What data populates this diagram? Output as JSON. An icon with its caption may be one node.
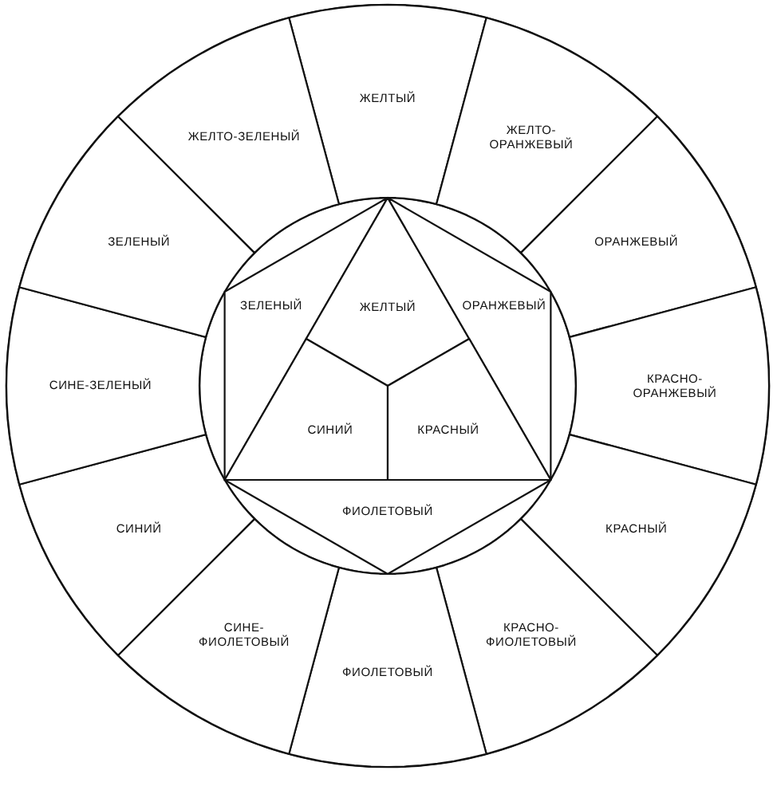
{
  "diagram": {
    "nodes": [
      {
        "text": [
          "ЖЕЛТЫЙ"
        ]
      },
      {
        "text": [
          "ЖЕЛТО-ОРАНЖЕВЫЙ"
        ]
      },
      {
        "text": [
          "ОРАНЖЕВЫЙ"
        ]
      },
      {
        "text": [
          "КРАСНО-ОРАНЖЕВЫЙ"
        ]
      },
      {
        "text": [
          "КРАСНЫЙ"
        ]
      },
      {
        "text": [
          "КРАСНО-ФИОЛЕТОВЫЙ"
        ]
      },
      {
        "text": [
          "ФИОЛЕТОВЫЙ"
        ]
      },
      {
        "text": [
          "СИНЕ-ФИОЛЕТОВЫЙ"
        ]
      },
      {
        "text": [
          "СИНИЙ"
        ]
      },
      {
        "text": [
          "СИНЕ-ЗЕЛЕНЫЙ"
        ]
      },
      {
        "text": [
          "ЗЕЛЕНЫЙ"
        ]
      },
      {
        "text": [
          "ЖЕЛТО-ЗЕЛЕНЫЙ"
        ]
      },
      {
        "text": [
          "ЗЕЛЕНЫЙ"
        ]
      },
      {
        "text": [
          "ЖЕЛТЫЙ"
        ]
      },
      {
        "text": [
          "ОРАНЖЕВЫЙ"
        ]
      },
      {
        "text": [
          "СИНИЙ"
        ]
      },
      {
        "text": [
          "КРАСНЫЙ"
        ]
      },
      {
        "text": [
          "ФИОЛЕТОВЫЙ"
        ]
      }
    ]
  }
}
